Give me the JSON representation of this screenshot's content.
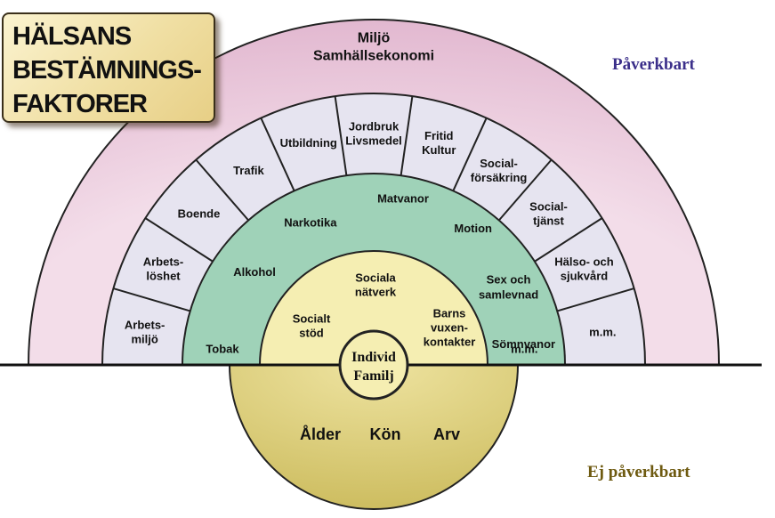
{
  "title": {
    "lines": [
      "HÄLSANS",
      "BESTÄMNINGS-",
      "FAKTORER"
    ]
  },
  "influenceable_label": "Påverkbart",
  "not_influenceable_label": "Ej påverkbart",
  "colors": {
    "influenceable": "#3b2f8a",
    "not_influenceable": "#6e5a10",
    "outer_ring": "#e9c9dc",
    "society_ring": "#e6e4f0",
    "lifestyle_ring": "#9fd2b8",
    "network_ring": "#f5eeb2",
    "lower_half": "#ddd07a"
  },
  "outer_ring": {
    "lines": [
      "Miljö",
      "Samhällsekonomi"
    ]
  },
  "society_ring": {
    "segments": [
      [
        "Arbets-",
        "miljö"
      ],
      [
        "Arbets-",
        "löshet"
      ],
      [
        "Boende"
      ],
      [
        "Trafik"
      ],
      [
        "Utbildning"
      ],
      [
        "Jordbruk",
        "Livsmedel"
      ],
      [
        "Fritid",
        "Kultur"
      ],
      [
        "Social-",
        "försäkring"
      ],
      [
        "Social-",
        "tjänst"
      ],
      [
        "Hälso- och",
        "sjukvård"
      ],
      [
        "m.m."
      ]
    ]
  },
  "lifestyle_ring": {
    "items": [
      [
        "Tobak"
      ],
      [
        "Alkohol"
      ],
      [
        "Narkotika"
      ],
      [
        "Matvanor"
      ],
      [
        "Motion"
      ],
      [
        "Sex och",
        "samlevnad"
      ],
      [
        "Sömnvanor"
      ],
      [
        "m.m."
      ]
    ]
  },
  "network_ring": {
    "items": [
      [
        "Socialt",
        "stöd"
      ],
      [
        "Sociala",
        "nätverk"
      ],
      [
        "Barns",
        "vuxen-",
        "kontakter"
      ]
    ]
  },
  "center": {
    "lines": [
      "Individ",
      "Familj"
    ]
  },
  "fixed_factors": [
    "Ålder",
    "Kön",
    "Arv"
  ]
}
